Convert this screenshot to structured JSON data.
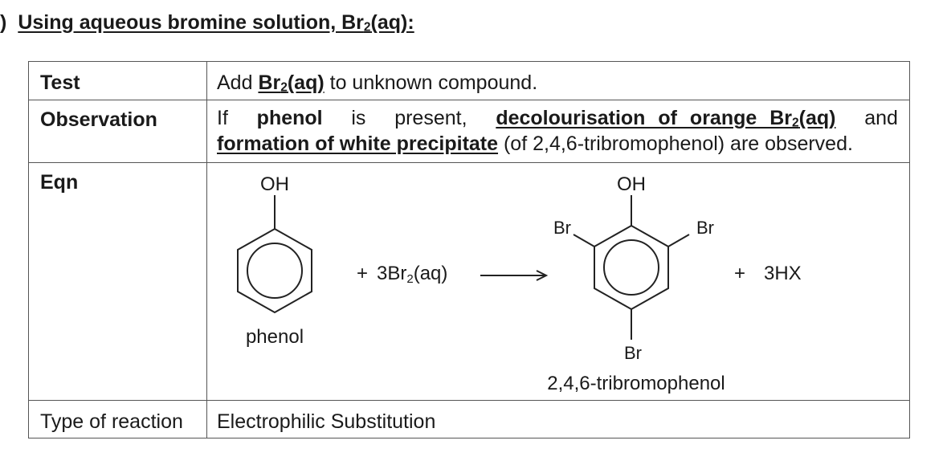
{
  "heading": {
    "paren": ")",
    "title_main": "Using aqueous bromine solution, Br",
    "title_sub": "2",
    "title_tail": "(aq):"
  },
  "rows": {
    "test": {
      "label": "Test",
      "text_pre": "Add ",
      "reagent_main": "Br",
      "reagent_sub": "2",
      "reagent_tail": "(aq)",
      "text_post": " to unknown compound."
    },
    "observation": {
      "label": "Observation",
      "words": [
        "If",
        "phenol",
        "is",
        "present,"
      ],
      "decol_pre": "decolourisation of orange Br",
      "decol_sub": "2",
      "decol_tail": "(aq)",
      "and": "and",
      "formation": "formation of white precipitate",
      "rest": " (of 2,4,6-tribromophenol) are observed."
    },
    "eqn": {
      "label": "Eqn",
      "reactant_oh": "OH",
      "reactant_name": "phenol",
      "reagent_plus": "+",
      "reagent_main": "3Br",
      "reagent_sub": "2",
      "reagent_tail": "(aq)",
      "product_oh": "OH",
      "product_br_left": "Br",
      "product_br_right": "Br",
      "product_br_bottom": "Br",
      "product_name": "2,4,6-tribromophenol",
      "byproduct_plus": "+",
      "byproduct": "3HX"
    },
    "type": {
      "label": "Type of reaction",
      "text": "Electrophilic Substitution"
    }
  }
}
